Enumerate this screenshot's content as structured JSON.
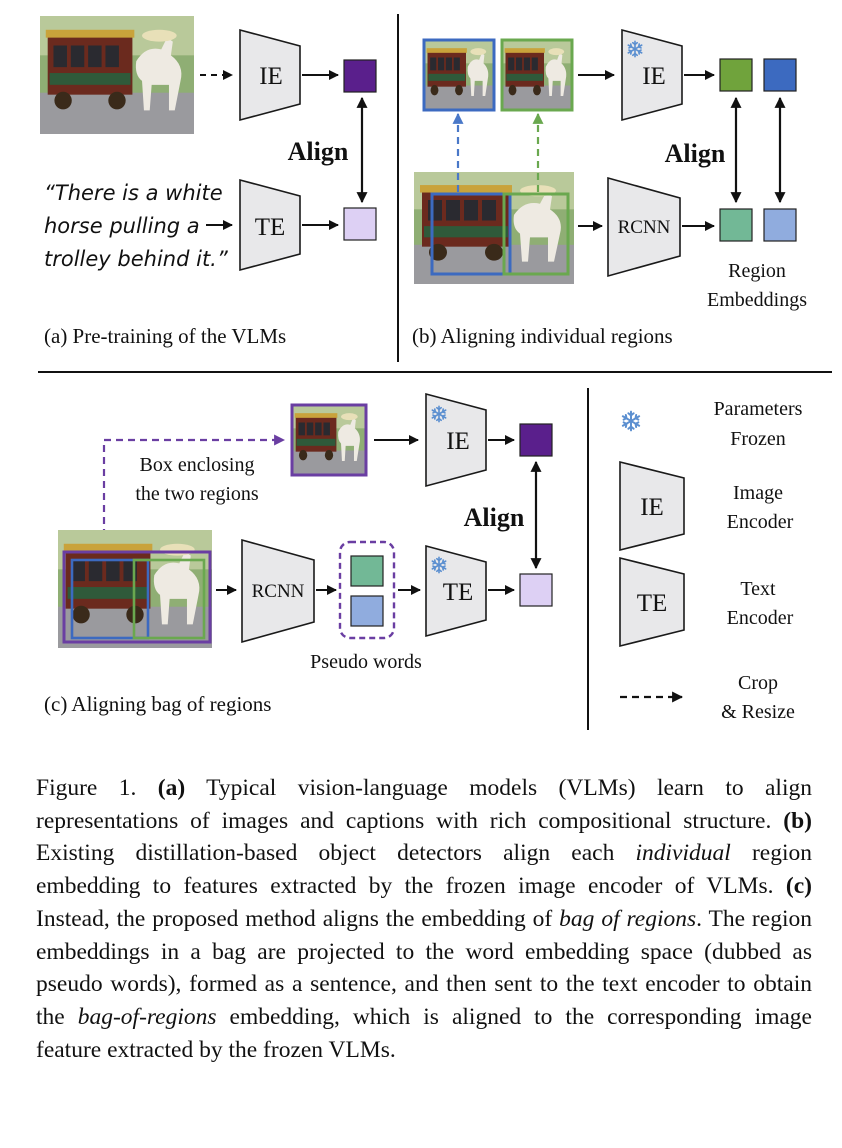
{
  "panel_a": {
    "encoder_image": "IE",
    "encoder_text": "TE",
    "align": "Align",
    "quote_line1": "“There is a white",
    "quote_line2": "horse pulling a",
    "quote_line3": "trolley behind it.”",
    "subcaption": "(a) Pre-training of the VLMs"
  },
  "panel_b": {
    "encoder_image": "IE",
    "encoder_region": "RCNN",
    "align": "Align",
    "region_label_line1": "Region",
    "region_label_line2": "Embeddings",
    "subcaption": "(b) Aligning individual regions"
  },
  "panel_c": {
    "encoder_image": "IE",
    "encoder_region": "RCNN",
    "encoder_text": "TE",
    "align": "Align",
    "box_label_line1": "Box enclosing",
    "box_label_line2": "the two regions",
    "pseudo_words": "Pseudo words",
    "subcaption": "(c) Aligning bag of regions"
  },
  "legend": {
    "frozen_line1": "Parameters",
    "frozen_line2": "Frozen",
    "ie_glyph": "IE",
    "ie_line1": "Image",
    "ie_line2": "Encoder",
    "te_glyph": "TE",
    "te_line1": "Text",
    "te_line2": "Encoder",
    "crop_line1": "Crop",
    "crop_line2": "& Resize"
  },
  "icons": {
    "frozen": "snowflake-icon",
    "crop": "dashed-arrow-icon"
  },
  "colors": {
    "image_embedding": "#5a1f8c",
    "text_embedding": "#ddd0f4",
    "green_embedding": "#70a33c",
    "blue_embedding": "#3c6ac0",
    "region_green": "#72b896",
    "region_blue": "#90acde",
    "bag_box": "#6a3ea2",
    "snowflake": "#5b8fd0"
  },
  "caption": {
    "fig": "Figure 1. ",
    "a_tag": "(a)",
    "a_text": " Typical vision-language models (VLMs) learn to align representations of images and captions with rich compositional structure. ",
    "b_tag": "(b)",
    "b_text1": " Existing distillation-based object detectors align each ",
    "b_italic": "individual",
    "b_text2": " region embedding to features extracted by the frozen image encoder of VLMs. ",
    "c_tag": "(c)",
    "c_text1": " Instead, the proposed method aligns the embedding of ",
    "c_italic1": "bag of regions",
    "c_text2": ". The region embeddings in a bag are projected to the word embedding space (dubbed as pseudo words), formed as a sentence, and then sent to the text encoder to obtain the ",
    "c_italic2": "bag-of-regions",
    "c_text3": " embedding, which is aligned to the corresponding image feature extracted by the frozen VLMs."
  }
}
